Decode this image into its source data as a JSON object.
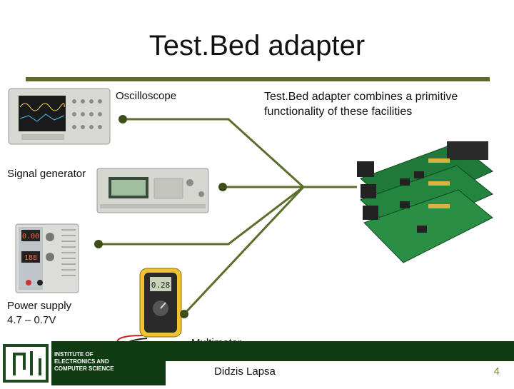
{
  "slide": {
    "title": "Test.Bed adapter",
    "note_line1": "Test.Bed adapter combines a primitive",
    "note_line2": "functionality of these facilities",
    "page_number": "4"
  },
  "devices": {
    "oscilloscope": "Oscilloscope",
    "signal_generator": "Signal generator",
    "power_supply": "Power supply",
    "power_supply_range": "4.7 – 0.7V",
    "multimeter": "Multimeter"
  },
  "footer": {
    "presenter": "Didzis Lapsa",
    "institute_line1": "INSTITUTE OF",
    "institute_line2": "ELECTRONICS AND",
    "institute_line3": "COMPUTER SCIENCE"
  },
  "colors": {
    "accent": "#5b6b2a",
    "wire": "#5c6e2c",
    "footer_bg": "#0f3a12"
  }
}
